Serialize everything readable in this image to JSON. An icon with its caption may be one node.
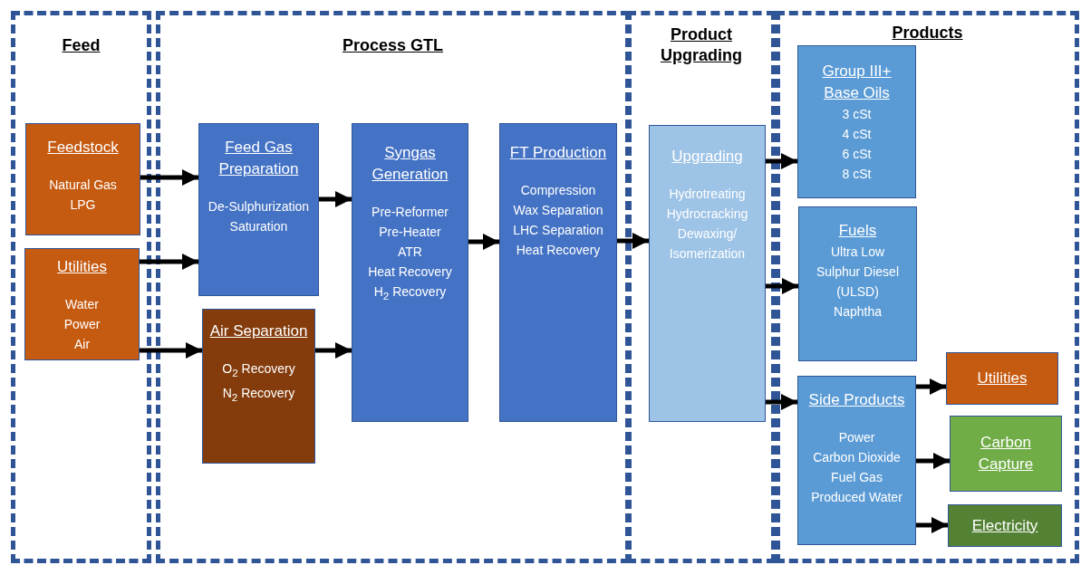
{
  "diagram": {
    "nodes": [
      {
        "text": [
          "Feed"
        ]
      },
      {
        "text": [
          "Feedstock",
          "Natural Gas",
          "LPG"
        ],
        "in": 0
      },
      {
        "text": [
          "Utilities",
          "Water",
          "Power",
          "Air"
        ],
        "in": 0
      },
      {
        "text": [
          "Process GTL"
        ]
      },
      {
        "text": [
          "Feed Gas Preparation",
          "De-Sulphurization",
          "Saturation"
        ],
        "in": 3
      },
      {
        "text": [
          "Air Separation",
          "O$_{2}$ Recovery",
          "N$_{2}$ Recovery"
        ],
        "in": 3
      },
      {
        "text": [
          "Syngas Generation",
          "Pre-Reformer",
          "Pre-Heater",
          "ATR",
          "Heat Recovery",
          "H$_{2}$ Recovery"
        ],
        "in": 3
      },
      {
        "text": [
          "FT Production",
          "Compression",
          "Wax Separation",
          "LHC Separation",
          "Heat Recovery"
        ],
        "in": 3
      },
      {
        "text": [
          "Product Upgrading"
        ]
      },
      {
        "text": [
          "Upgrading",
          "Hydrotreating",
          "Hydrocracking",
          "Dewaxing/ Isomerization"
        ],
        "in": 8
      },
      {
        "text": [
          "Products"
        ]
      },
      {
        "text": [
          "Group III+ Base Oils",
          "3 cSt",
          "4 cSt",
          "6 cSt",
          "8 cSt"
        ],
        "in": 10
      },
      {
        "text": [
          "Fuels",
          "Ultra Low Sulphur Diesel (ULSD)",
          "Naphtha"
        ],
        "in": 10
      },
      {
        "text": [
          "Side Products",
          "Power",
          "Carbon Dioxide",
          "Fuel Gas",
          "Produced Water"
        ],
        "in": 10
      },
      {
        "text": [
          "Utilities"
        ],
        "in": 10
      },
      {
        "text": [
          "Carbon Capture"
        ],
        "in": 10
      },
      {
        "text": [
          "Electricity"
        ],
        "in": 10
      }
    ],
    "edges": [
      {
        "from": 1,
        "to": 4,
        "arrow": "to"
      },
      {
        "from": 2,
        "to": 4,
        "arrow": "to"
      },
      {
        "from": 2,
        "to": 5,
        "arrow": "to"
      },
      {
        "from": 4,
        "to": 6,
        "arrow": "to"
      },
      {
        "from": 5,
        "to": 6,
        "arrow": "to"
      },
      {
        "from": 6,
        "to": 7,
        "arrow": "to"
      },
      {
        "from": 7,
        "to": 9,
        "arrow": "to"
      },
      {
        "from": 9,
        "to": 11,
        "arrow": "to"
      },
      {
        "from": 9,
        "to": 12,
        "arrow": "to"
      },
      {
        "from": 9,
        "to": 13,
        "arrow": "to"
      },
      {
        "from": 13,
        "to": 14,
        "arrow": "to"
      },
      {
        "from": 13,
        "to": 15,
        "arrow": "to"
      },
      {
        "from": 13,
        "to": 16,
        "arrow": "to"
      }
    ]
  }
}
